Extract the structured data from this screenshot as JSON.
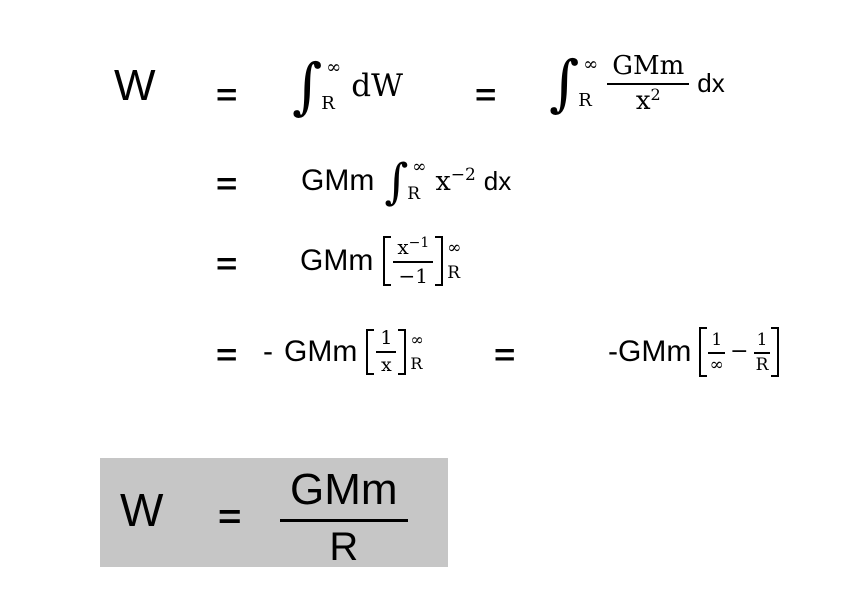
{
  "page": {
    "background": "#ffffff",
    "text_color": "#000000"
  },
  "symbols": {
    "integral": "∫"
  },
  "line1": {
    "lhs": "W",
    "equals1": "=",
    "int1": {
      "upper": "∞",
      "lower": "R",
      "body": "dW"
    },
    "equals2": "=",
    "int2": {
      "upper": "∞",
      "lower": "R",
      "num": "GMm",
      "den_base": "x",
      "den_exp": "2",
      "tail": "dx"
    }
  },
  "line2": {
    "equals": "=",
    "coeff": "GMm",
    "int": {
      "upper": "∞",
      "lower": "R"
    },
    "base": "x",
    "exp": "−2",
    "tail": "dx"
  },
  "line3": {
    "equals": "=",
    "coeff": "GMm",
    "frac": {
      "num_base": "x",
      "num_exp": "−1",
      "den": "−1"
    },
    "upper": "∞",
    "lower": "R"
  },
  "line4a": {
    "equals": "=",
    "minus": "-",
    "coeff": "GMm",
    "frac": {
      "num": "1",
      "den": "x"
    },
    "upper": "∞",
    "lower": "R"
  },
  "line4b": {
    "equals": "=",
    "coeff": "-GMm",
    "frac1": {
      "num": "1",
      "den": "∞"
    },
    "minus": "−",
    "frac2": {
      "num": "1",
      "den": "R"
    }
  },
  "result": {
    "lhs": "W",
    "equals": "=",
    "num": "GMm",
    "den": "R",
    "highlight_color": "#c6c6c6"
  }
}
